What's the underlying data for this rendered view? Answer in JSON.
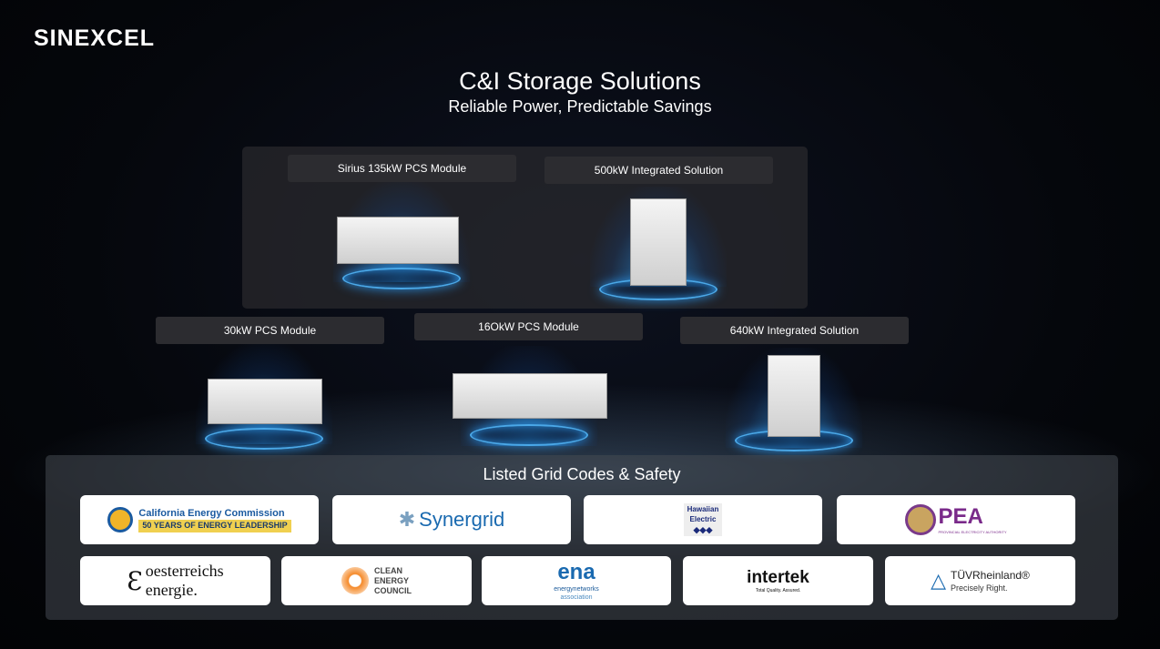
{
  "brand": "SINEXCEL",
  "header": {
    "title": "C&I Storage Solutions",
    "subtitle": "Reliable Power, Predictable Savings"
  },
  "products": [
    {
      "label": "Sirius 135kW PCS Module"
    },
    {
      "label": "500kW Integrated Solution"
    },
    {
      "label": "30kW PCS Module"
    },
    {
      "label": "16OkW PCS Module"
    },
    {
      "label": "640kW Integrated Solution"
    }
  ],
  "certifications": {
    "title": "Listed Grid Codes & Safety",
    "logos": {
      "cec": {
        "name": "California Energy Commission",
        "tagline": "50 YEARS OF ENERGY LEADERSHIP"
      },
      "synergrid": {
        "name": "Synergrid"
      },
      "hawaiian": {
        "name1": "Hawaiian",
        "name2": "Electric"
      },
      "pea": {
        "name": "PEA",
        "tagline": "PROVINCIAL ELECTRICITY AUTHORITY"
      },
      "oe": {
        "name1": "oesterreichs",
        "name2": "energie."
      },
      "cec2": {
        "name1": "CLEAN",
        "name2": "ENERGY",
        "name3": "COUNCIL"
      },
      "ena": {
        "name": "ena",
        "line1": "energynetworks",
        "line2": "association"
      },
      "intertek": {
        "name": "intertek",
        "tagline": "Total Quality. Assured."
      },
      "tuv": {
        "name": "TÜVRheinland®",
        "tagline": "Precisely Right."
      }
    }
  }
}
